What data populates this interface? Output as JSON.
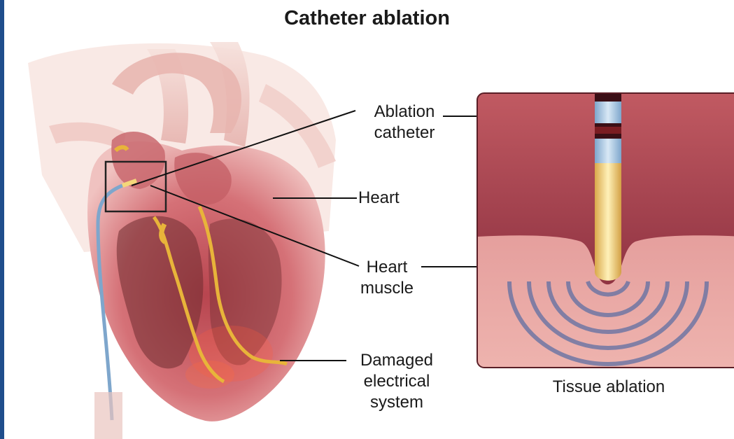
{
  "title": "Catheter ablation",
  "labels": {
    "ablation_catheter_line1": "Ablation",
    "ablation_catheter_line2": "catheter",
    "heart": "Heart",
    "heart_muscle_line1": "Heart",
    "heart_muscle_line2": "muscle",
    "damaged_line1": "Damaged",
    "damaged_line2": "electrical",
    "damaged_line3": "system",
    "tissue_ablation": "Tissue ablation"
  },
  "colors": {
    "border": "#1f4e8c",
    "tissue_dark": "#8c2f3d",
    "tissue_light": "#e9a6a2",
    "catheter_tip": "#f4d77a",
    "catheter_band": "#9fc1e0",
    "ring": "#5f6fa3"
  }
}
